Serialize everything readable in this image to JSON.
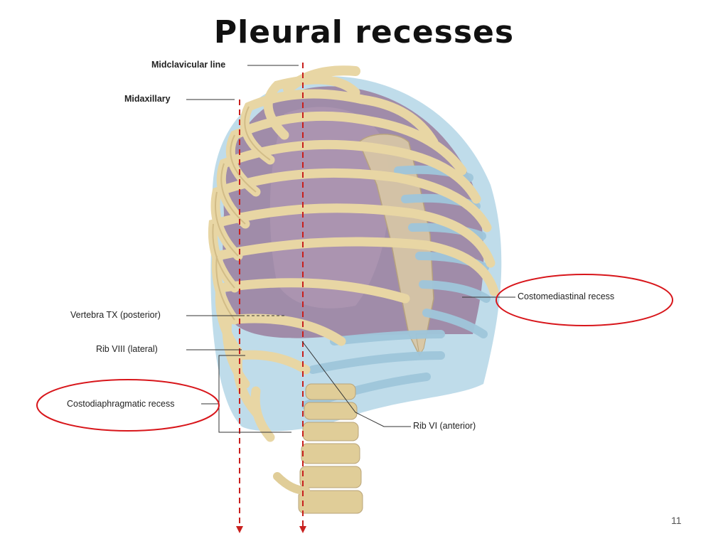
{
  "slide": {
    "title": "Pleural recesses",
    "page_number": "11"
  },
  "labels": {
    "midclavicular": "Midclavicular line",
    "midaxillary": "Midaxillary",
    "vertebra": "Vertebra TX (posterior)",
    "rib8": "Rib VIII (lateral)",
    "costodiaphragmatic": "Costodiaphragmatic recess",
    "costomediastinal": "Costomediastinal recess",
    "rib6": "Rib VI (anterior)"
  },
  "colors": {
    "guide_line": "#c8201e",
    "highlight_ellipse": "#d8161b",
    "bone": "#e8d6a4",
    "lung": "#9a7e9e",
    "pleura": "#a9d0e3",
    "cartilage": "#9fc6db"
  }
}
